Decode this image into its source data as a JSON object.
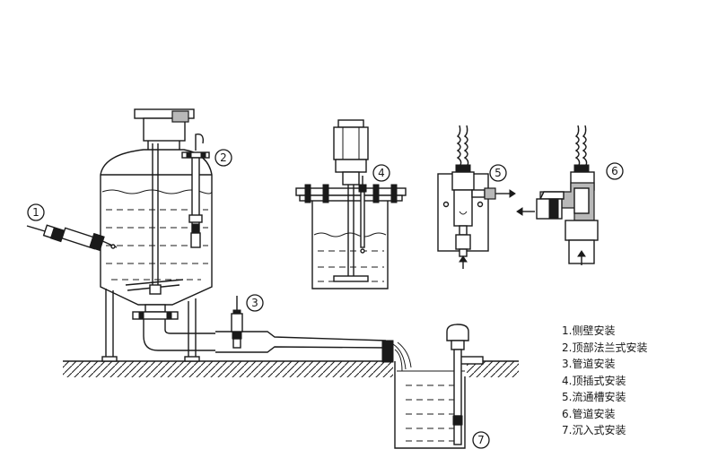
{
  "markers": [
    {
      "id": "1",
      "text": "①"
    },
    {
      "id": "2",
      "text": "②"
    },
    {
      "id": "3",
      "text": "③"
    },
    {
      "id": "4",
      "text": "④"
    },
    {
      "id": "5",
      "text": "⑤"
    },
    {
      "id": "6",
      "text": "⑥"
    },
    {
      "id": "7",
      "text": "⑦"
    }
  ],
  "legend": [
    "1.侧壁安装",
    "2.顶部法兰式安装",
    "3.管道安装",
    "4.顶插式安装",
    "5.流通槽安装",
    "6.管道安装",
    "7.沉入式安装"
  ]
}
